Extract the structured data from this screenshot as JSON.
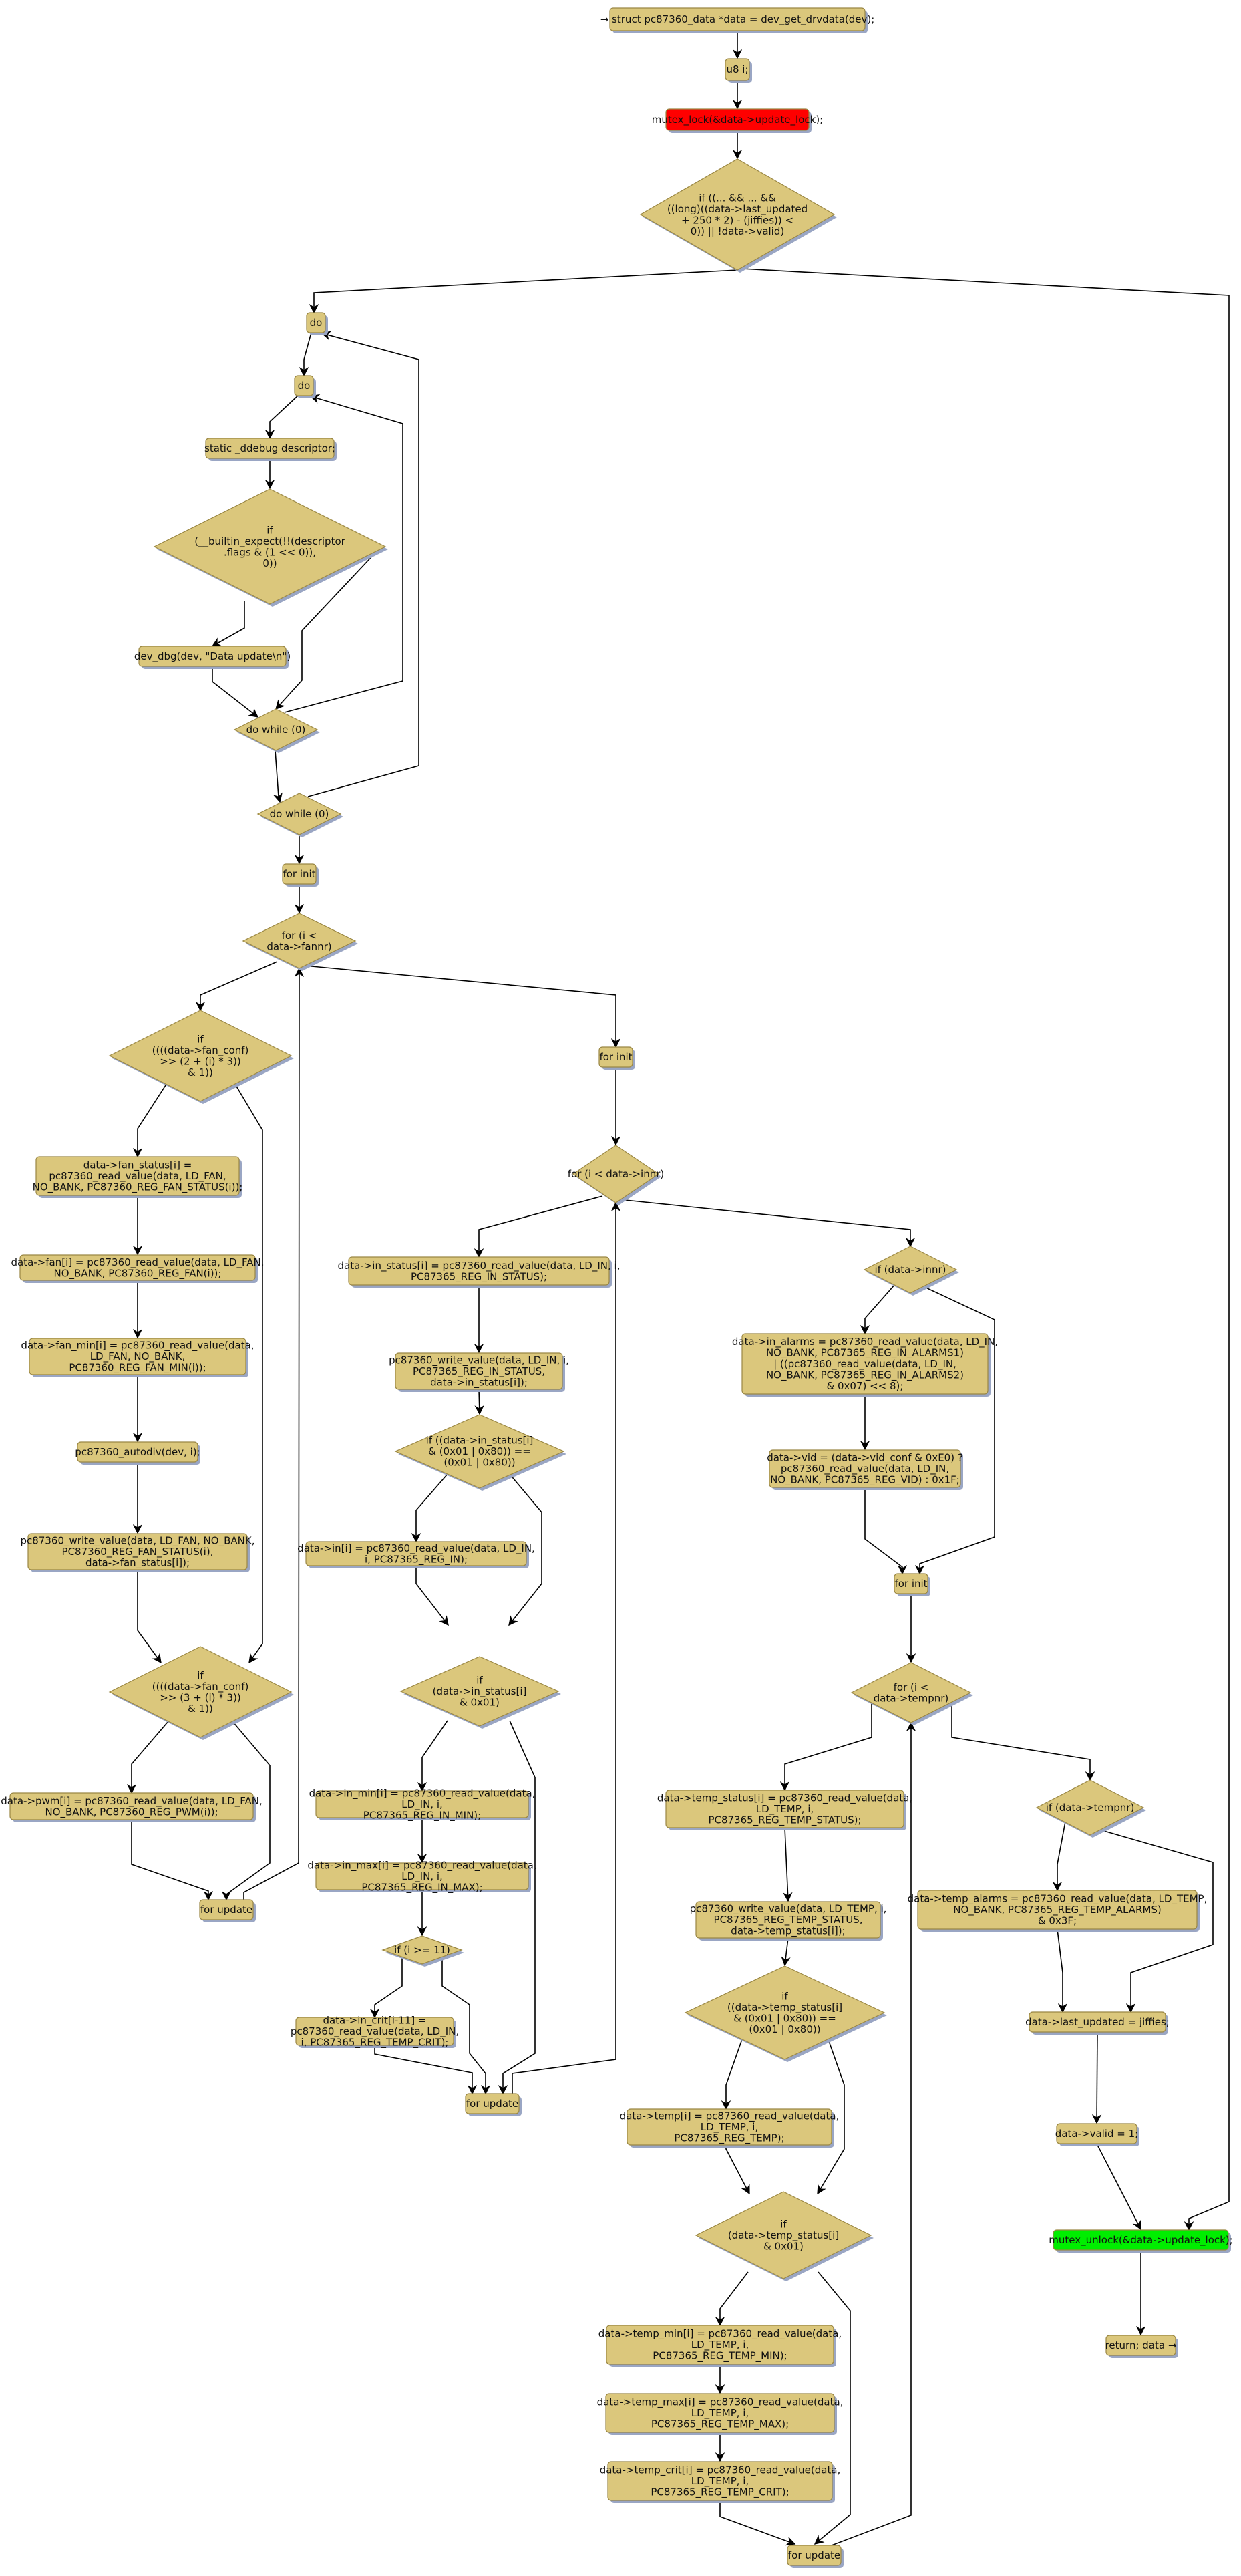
{
  "diagram": {
    "colors": {
      "node": "#dbc77c",
      "node_border": "#9a8744",
      "start_lock": "#ff0000",
      "end_unlock": "#00ee00",
      "edge": "#000000"
    },
    "nodes": {
      "n_start": {
        "kind": "box",
        "lines": [
          "→ struct pc87360_data *data = dev_get_drvdata(dev);"
        ]
      },
      "n_u8": {
        "kind": "box",
        "lines": [
          "u8 i;"
        ]
      },
      "n_lock": {
        "kind": "box",
        "style": "red",
        "lines": [
          "mutex_lock(&data->update_lock);"
        ]
      },
      "n_if_upd": {
        "kind": "diamond",
        "lines": [
          "if ((... && ... &&",
          "((long)((data->last_updated",
          "+ 250 * 2) - (jiffies)) <",
          "0)) || !data->valid)"
        ]
      },
      "n_do1": {
        "kind": "box",
        "lines": [
          "do"
        ]
      },
      "n_do2": {
        "kind": "box",
        "lines": [
          "do"
        ]
      },
      "n_ddebug": {
        "kind": "box",
        "lines": [
          "static _ddebug descriptor;"
        ]
      },
      "n_if_dbg": {
        "kind": "diamond",
        "lines": [
          "if",
          "(__builtin_expect(!!(descriptor",
          ".flags & (1 << 0)),",
          "0))"
        ]
      },
      "n_devdbg": {
        "kind": "box",
        "lines": [
          "dev_dbg(dev, \"Data update\\n\")"
        ]
      },
      "n_dw1": {
        "kind": "diamond",
        "lines": [
          "do while (0)"
        ]
      },
      "n_dw2": {
        "kind": "diamond",
        "lines": [
          "do while (0)"
        ]
      },
      "n_finit1": {
        "kind": "box",
        "lines": [
          "for init"
        ]
      },
      "n_for_fan": {
        "kind": "diamond",
        "lines": [
          "for (i <",
          "data->fannr)"
        ]
      },
      "n_if_fan1": {
        "kind": "diamond",
        "lines": [
          "if",
          "((((data->fan_conf)",
          ">> (2 + (i) * 3))",
          "& 1))"
        ]
      },
      "n_fan_status": {
        "kind": "box",
        "lines": [
          "data->fan_status[i] =",
          "pc87360_read_value(data, LD_FAN,",
          "NO_BANK, PC87360_REG_FAN_STATUS(i));"
        ]
      },
      "n_fan": {
        "kind": "box",
        "lines": [
          "data->fan[i] = pc87360_read_value(data, LD_FAN,",
          "NO_BANK, PC87360_REG_FAN(i));"
        ]
      },
      "n_fan_min": {
        "kind": "box",
        "lines": [
          "data->fan_min[i] = pc87360_read_value(data,",
          "LD_FAN, NO_BANK,",
          "PC87360_REG_FAN_MIN(i));"
        ]
      },
      "n_autodiv": {
        "kind": "box",
        "lines": [
          "pc87360_autodiv(dev, i);"
        ]
      },
      "n_fan_write": {
        "kind": "box",
        "lines": [
          "pc87360_write_value(data, LD_FAN, NO_BANK,",
          "PC87360_REG_FAN_STATUS(i),",
          "data->fan_status[i]);"
        ]
      },
      "n_if_fan2": {
        "kind": "diamond",
        "lines": [
          "if",
          "((((data->fan_conf)",
          ">> (3 + (i) * 3))",
          "& 1))"
        ]
      },
      "n_pwm": {
        "kind": "box",
        "lines": [
          "data->pwm[i] = pc87360_read_value(data, LD_FAN,",
          "NO_BANK, PC87360_REG_PWM(i));"
        ]
      },
      "n_fupd1": {
        "kind": "box",
        "lines": [
          "for update"
        ]
      },
      "n_finit2": {
        "kind": "box",
        "lines": [
          "for init"
        ]
      },
      "n_for_in": {
        "kind": "diamond",
        "lines": [
          "for (i < data->innr)"
        ]
      },
      "n_in_status": {
        "kind": "box",
        "lines": [
          "data->in_status[i] = pc87360_read_value(data, LD_IN, i,",
          "PC87365_REG_IN_STATUS);"
        ]
      },
      "n_in_write": {
        "kind": "box",
        "lines": [
          "pc87360_write_value(data, LD_IN, i,",
          "PC87365_REG_IN_STATUS,",
          "data->in_status[i]);"
        ]
      },
      "n_if_in1": {
        "kind": "diamond",
        "lines": [
          "if ((data->in_status[i]",
          "& (0x01 | 0x80)) ==",
          "(0x01 | 0x80))"
        ]
      },
      "n_in": {
        "kind": "box",
        "lines": [
          "data->in[i] = pc87360_read_value(data, LD_IN,",
          "i, PC87365_REG_IN);"
        ]
      },
      "n_if_in2": {
        "kind": "diamond",
        "lines": [
          "if",
          "(data->in_status[i]",
          "& 0x01)"
        ]
      },
      "n_in_min": {
        "kind": "box",
        "lines": [
          "data->in_min[i] = pc87360_read_value(data,",
          "LD_IN, i,",
          "PC87365_REG_IN_MIN);"
        ]
      },
      "n_in_max": {
        "kind": "box",
        "lines": [
          "data->in_max[i] = pc87360_read_value(data,",
          "LD_IN, i,",
          "PC87365_REG_IN_MAX);"
        ]
      },
      "n_if_i11": {
        "kind": "diamond",
        "lines": [
          "if (i >= 11)"
        ]
      },
      "n_in_crit": {
        "kind": "box",
        "lines": [
          "data->in_crit[i-11] =",
          "pc87360_read_value(data, LD_IN,",
          "i, PC87365_REG_TEMP_CRIT);"
        ]
      },
      "n_fupd2": {
        "kind": "box",
        "lines": [
          "for update"
        ]
      },
      "n_if_innr": {
        "kind": "diamond",
        "lines": [
          "if (data->innr)"
        ]
      },
      "n_in_alarms": {
        "kind": "box",
        "lines": [
          "data->in_alarms = pc87360_read_value(data, LD_IN,",
          "NO_BANK, PC87365_REG_IN_ALARMS1)",
          "| ((pc87360_read_value(data, LD_IN,",
          "NO_BANK, PC87365_REG_IN_ALARMS2)",
          "& 0x07) << 8);"
        ]
      },
      "n_vid": {
        "kind": "box",
        "lines": [
          "data->vid = (data->vid_conf & 0xE0) ?",
          "pc87360_read_value(data, LD_IN,",
          "NO_BANK, PC87365_REG_VID) : 0x1F;"
        ]
      },
      "n_finit3": {
        "kind": "box",
        "lines": [
          "for init"
        ]
      },
      "n_for_temp": {
        "kind": "diamond",
        "lines": [
          "for (i <",
          "data->tempnr)"
        ]
      },
      "n_temp_status": {
        "kind": "box",
        "lines": [
          "data->temp_status[i] = pc87360_read_value(data,",
          "LD_TEMP, i,",
          "PC87365_REG_TEMP_STATUS);"
        ]
      },
      "n_temp_write": {
        "kind": "box",
        "lines": [
          "pc87360_write_value(data, LD_TEMP, i,",
          "PC87365_REG_TEMP_STATUS,",
          "data->temp_status[i]);"
        ]
      },
      "n_if_t1": {
        "kind": "diamond",
        "lines": [
          "if",
          "((data->temp_status[i]",
          "& (0x01 | 0x80)) ==",
          "(0x01 | 0x80))"
        ]
      },
      "n_temp": {
        "kind": "box",
        "lines": [
          "data->temp[i] = pc87360_read_value(data,",
          "LD_TEMP, i,",
          "PC87365_REG_TEMP);"
        ]
      },
      "n_if_t2": {
        "kind": "diamond",
        "lines": [
          "if",
          "(data->temp_status[i]",
          "& 0x01)"
        ]
      },
      "n_temp_min": {
        "kind": "box",
        "lines": [
          "data->temp_min[i] = pc87360_read_value(data,",
          "LD_TEMP, i,",
          "PC87365_REG_TEMP_MIN);"
        ]
      },
      "n_temp_max": {
        "kind": "box",
        "lines": [
          "data->temp_max[i] = pc87360_read_value(data,",
          "LD_TEMP, i,",
          "PC87365_REG_TEMP_MAX);"
        ]
      },
      "n_temp_crit": {
        "kind": "box",
        "lines": [
          "data->temp_crit[i] = pc87360_read_value(data,",
          "LD_TEMP, i,",
          "PC87365_REG_TEMP_CRIT);"
        ]
      },
      "n_fupd3": {
        "kind": "box",
        "lines": [
          "for update"
        ]
      },
      "n_if_tempnr": {
        "kind": "diamond",
        "lines": [
          "if (data->tempnr)"
        ]
      },
      "n_temp_alarms": {
        "kind": "box",
        "lines": [
          "data->temp_alarms = pc87360_read_value(data, LD_TEMP,",
          "NO_BANK, PC87365_REG_TEMP_ALARMS)",
          "& 0x3F;"
        ]
      },
      "n_last_upd": {
        "kind": "box",
        "lines": [
          "data->last_updated = jiffies;"
        ]
      },
      "n_valid": {
        "kind": "box",
        "lines": [
          "data->valid = 1;"
        ]
      },
      "n_unlock": {
        "kind": "box",
        "style": "green",
        "lines": [
          "mutex_unlock(&data->update_lock);"
        ]
      },
      "n_return": {
        "kind": "box",
        "lines": [
          "return; data →"
        ]
      }
    },
    "edges": [
      [
        "n_start",
        "n_u8"
      ],
      [
        "n_u8",
        "n_lock"
      ],
      [
        "n_lock",
        "n_if_upd"
      ],
      [
        "n_if_upd",
        "n_do1"
      ],
      [
        "n_if_upd",
        "n_unlock"
      ],
      [
        "n_do1",
        "n_do2"
      ],
      [
        "n_do2",
        "n_ddebug"
      ],
      [
        "n_ddebug",
        "n_if_dbg"
      ],
      [
        "n_if_dbg",
        "n_devdbg"
      ],
      [
        "n_if_dbg",
        "n_dw1"
      ],
      [
        "n_devdbg",
        "n_dw1"
      ],
      [
        "n_dw1",
        "n_do2"
      ],
      [
        "n_dw1",
        "n_dw2"
      ],
      [
        "n_dw2",
        "n_do1"
      ],
      [
        "n_dw2",
        "n_finit1"
      ],
      [
        "n_finit1",
        "n_for_fan"
      ],
      [
        "n_for_fan",
        "n_if_fan1"
      ],
      [
        "n_for_fan",
        "n_finit2"
      ],
      [
        "n_if_fan1",
        "n_fan_status"
      ],
      [
        "n_if_fan1",
        "n_if_fan2"
      ],
      [
        "n_fan_status",
        "n_fan"
      ],
      [
        "n_fan",
        "n_fan_min"
      ],
      [
        "n_fan_min",
        "n_autodiv"
      ],
      [
        "n_autodiv",
        "n_fan_write"
      ],
      [
        "n_fan_write",
        "n_if_fan2"
      ],
      [
        "n_if_fan2",
        "n_pwm"
      ],
      [
        "n_if_fan2",
        "n_fupd1"
      ],
      [
        "n_pwm",
        "n_fupd1"
      ],
      [
        "n_fupd1",
        "n_for_fan"
      ],
      [
        "n_finit2",
        "n_for_in"
      ],
      [
        "n_for_in",
        "n_in_status"
      ],
      [
        "n_for_in",
        "n_if_innr"
      ],
      [
        "n_in_status",
        "n_in_write"
      ],
      [
        "n_in_write",
        "n_if_in1"
      ],
      [
        "n_if_in1",
        "n_in"
      ],
      [
        "n_if_in1",
        "n_if_in2"
      ],
      [
        "n_in",
        "n_if_in2"
      ],
      [
        "n_if_in2",
        "n_in_min"
      ],
      [
        "n_if_in2",
        "n_fupd2"
      ],
      [
        "n_in_min",
        "n_in_max"
      ],
      [
        "n_in_max",
        "n_if_i11"
      ],
      [
        "n_if_i11",
        "n_in_crit"
      ],
      [
        "n_if_i11",
        "n_fupd2"
      ],
      [
        "n_in_crit",
        "n_fupd2"
      ],
      [
        "n_fupd2",
        "n_for_in"
      ],
      [
        "n_if_innr",
        "n_in_alarms"
      ],
      [
        "n_if_innr",
        "n_finit3"
      ],
      [
        "n_in_alarms",
        "n_vid"
      ],
      [
        "n_vid",
        "n_finit3"
      ],
      [
        "n_finit3",
        "n_for_temp"
      ],
      [
        "n_for_temp",
        "n_temp_status"
      ],
      [
        "n_for_temp",
        "n_if_tempnr"
      ],
      [
        "n_temp_status",
        "n_temp_write"
      ],
      [
        "n_temp_write",
        "n_if_t1"
      ],
      [
        "n_if_t1",
        "n_temp"
      ],
      [
        "n_if_t1",
        "n_if_t2"
      ],
      [
        "n_temp",
        "n_if_t2"
      ],
      [
        "n_if_t2",
        "n_temp_min"
      ],
      [
        "n_if_t2",
        "n_fupd3"
      ],
      [
        "n_temp_min",
        "n_temp_max"
      ],
      [
        "n_temp_max",
        "n_temp_crit"
      ],
      [
        "n_temp_crit",
        "n_fupd3"
      ],
      [
        "n_fupd3",
        "n_for_temp"
      ],
      [
        "n_if_tempnr",
        "n_temp_alarms"
      ],
      [
        "n_if_tempnr",
        "n_last_upd"
      ],
      [
        "n_temp_alarms",
        "n_last_upd"
      ],
      [
        "n_last_upd",
        "n_valid"
      ],
      [
        "n_valid",
        "n_unlock"
      ],
      [
        "n_unlock",
        "n_return"
      ]
    ]
  }
}
